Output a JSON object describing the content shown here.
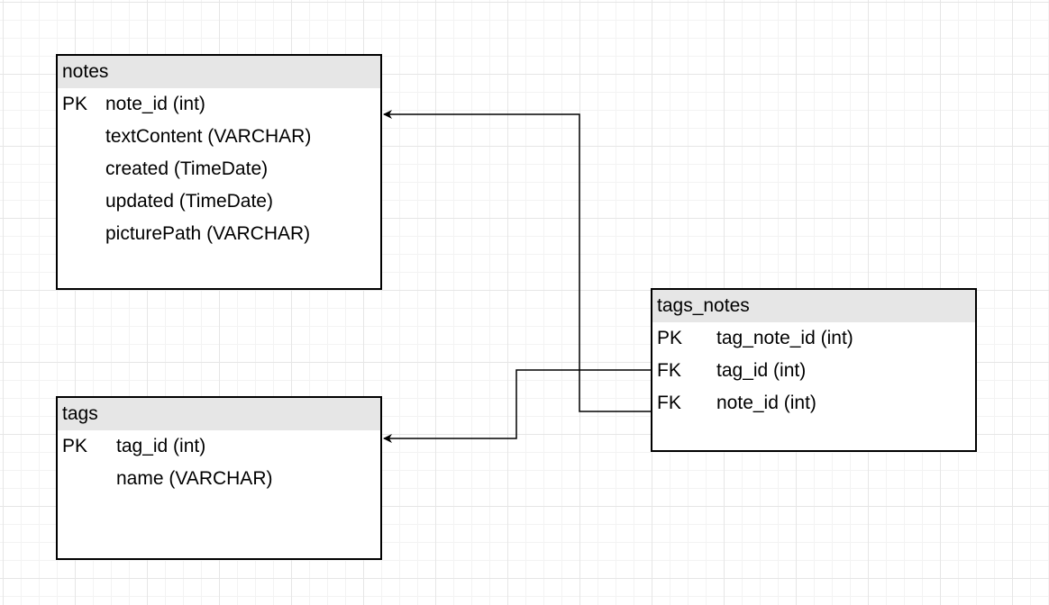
{
  "tables": {
    "notes": {
      "title": "notes",
      "rows": [
        {
          "key": "PK",
          "field": "note_id (int)"
        },
        {
          "key": "",
          "field": "textContent (VARCHAR)"
        },
        {
          "key": "",
          "field": "created (TimeDate)"
        },
        {
          "key": "",
          "field": "updated (TimeDate)"
        },
        {
          "key": "",
          "field": "picturePath (VARCHAR)"
        }
      ]
    },
    "tags": {
      "title": "tags",
      "rows": [
        {
          "key": "PK",
          "field": "tag_id (int)"
        },
        {
          "key": "",
          "field": "name (VARCHAR)"
        }
      ]
    },
    "tags_notes": {
      "title": "tags_notes",
      "rows": [
        {
          "key": "PK",
          "field": "tag_note_id (int)"
        },
        {
          "key": "FK",
          "field": "tag_id (int)"
        },
        {
          "key": "FK",
          "field": "note_id (int)"
        }
      ]
    }
  },
  "relations": [
    {
      "from": "tags_notes.note_id",
      "to": "notes.note_id"
    },
    {
      "from": "tags_notes.tag_id",
      "to": "tags.tag_id"
    }
  ],
  "colors": {
    "header_fill": "#e6e6e6",
    "border": "#000000",
    "grid_major": "#e6e6e6",
    "grid_minor": "#f3f3f3"
  }
}
